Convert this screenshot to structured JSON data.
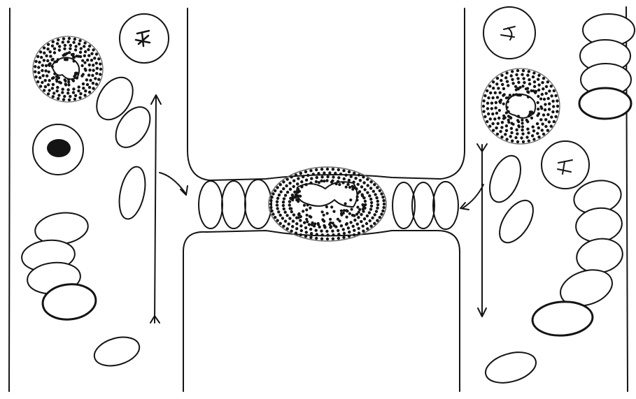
{
  "diagram": {
    "colors": {
      "ink": "#141414",
      "paper": "#ffffff",
      "fill": "#ffffff"
    },
    "left_vessel": {
      "flow_direction": "up"
    },
    "right_vessel": {
      "flow_direction": "down"
    },
    "capillary": {
      "contents": [
        "red-blood-cell",
        "red-blood-cell",
        "red-blood-cell",
        "granulocyte",
        "red-blood-cell",
        "red-blood-cell",
        "red-blood-cell"
      ]
    },
    "left_vessel_cells": [
      "granulocyte",
      "lymphocyte",
      "platelet",
      "red-blood-cell-stack",
      "red-blood-cell"
    ],
    "right_vessel_cells": [
      "granulocyte",
      "platelet",
      "platelet",
      "red-blood-cell-stack",
      "red-blood-cell-stack",
      "red-blood-cell"
    ]
  }
}
